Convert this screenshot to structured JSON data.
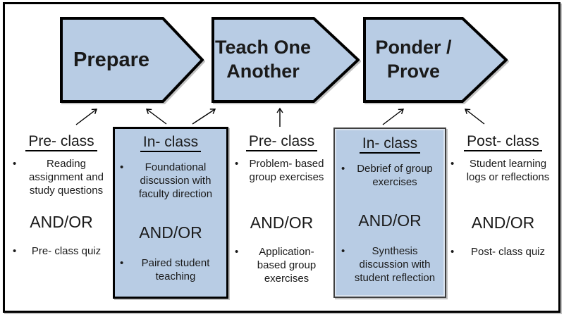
{
  "colors": {
    "shape_fill": "#b8cce4",
    "shape_border": "#000000",
    "background": "#ffffff",
    "text": "#1a1a1a"
  },
  "phases": [
    {
      "label": "Prepare"
    },
    {
      "label": "Teach One Another"
    },
    {
      "label": "Ponder / Prove"
    }
  ],
  "columns": [
    {
      "header": "Pre- class",
      "bullet1": "Reading assignment and study questions",
      "connector": "AND/OR",
      "bullet2": "Pre- class quiz"
    },
    {
      "header": "In- class",
      "bullet1": "Foundational discussion with faculty direction",
      "connector": "AND/OR",
      "bullet2": "Paired student teaching"
    },
    {
      "header": "Pre- class",
      "bullet1": "Problem- based group exercises",
      "connector": "AND/OR",
      "bullet2": "Application- based group exercises"
    },
    {
      "header": "In- class",
      "bullet1": "Debrief of group exercises",
      "connector": "AND/OR",
      "bullet2": "Synthesis discussion with student reflection"
    },
    {
      "header": "Post- class",
      "bullet1": "Student learning logs or reflections",
      "connector": "AND/OR",
      "bullet2": "Post- class quiz"
    }
  ]
}
